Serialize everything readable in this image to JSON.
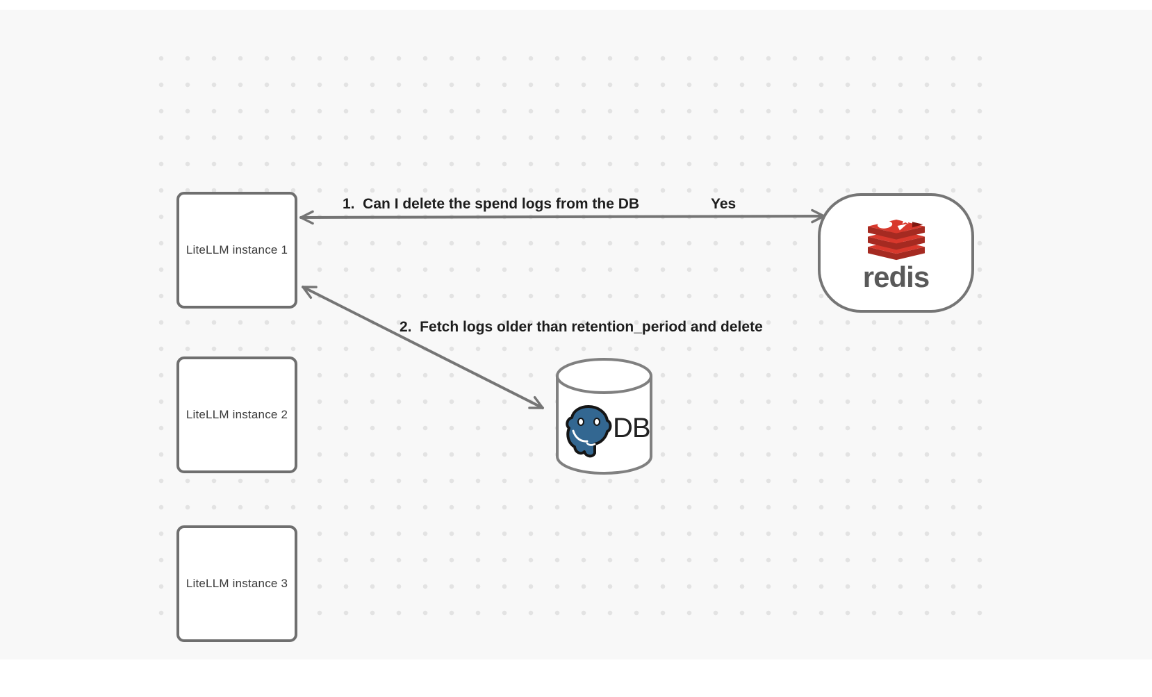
{
  "diagram": {
    "instances": [
      {
        "label": "LiteLLM instance 1"
      },
      {
        "label": "LiteLLM instance 2"
      },
      {
        "label": "LiteLLM instance 3"
      }
    ],
    "redis": {
      "wordmark": "redis"
    },
    "db": {
      "label": "DB"
    },
    "edge1": {
      "label": "1.  Can I delete the spend logs from the DB",
      "reply": "Yes"
    },
    "edge2": {
      "label": "2.  Fetch logs older than retention_period and delete"
    }
  },
  "colors": {
    "background": "#f8f8f8",
    "dot": "#e3e3e3",
    "node_border": "#6f6f6f",
    "arrow": "#757575",
    "edge_label_text": "#1d1d1d",
    "node_text": "#3a3a3a",
    "redis_red": "#d8382c",
    "redis_dark_red": "#a52a21",
    "redis_wordmark": "#595959",
    "postgres_blue": "#336791"
  }
}
